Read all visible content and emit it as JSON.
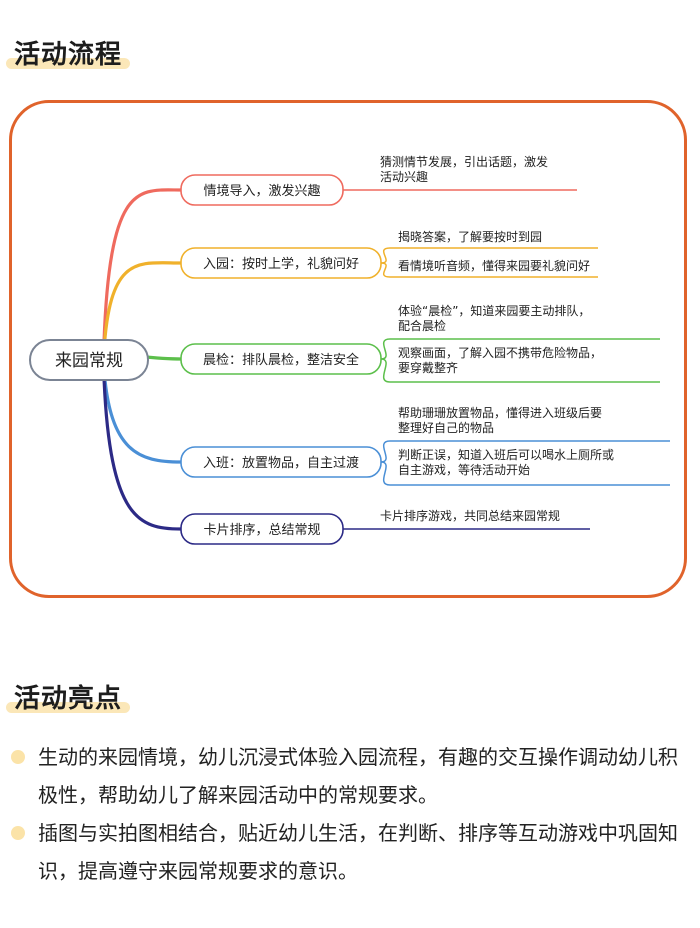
{
  "sections": {
    "flow_title": "活动流程",
    "highlights_title": "活动亮点"
  },
  "mindmap": {
    "root": "来园常规",
    "branches": [
      {
        "label": "情境导入，激发兴趣",
        "color": "#ef6a5e",
        "leaves": [
          {
            "lines": [
              "猜测情节发展，引出话题，激发",
              "活动兴趣"
            ]
          }
        ]
      },
      {
        "label": "入园：按时上学，礼貌问好",
        "color": "#f0b12b",
        "leaves": [
          {
            "lines": [
              "揭晓答案，了解要按时到园"
            ]
          },
          {
            "lines": [
              "看情境听音频，懂得来园要礼貌问好"
            ]
          }
        ]
      },
      {
        "label": "晨检：排队晨检，整洁安全",
        "color": "#5cbf4b",
        "leaves": [
          {
            "lines": [
              "体验“晨检”，知道来园要主动排队，",
              "配合晨检"
            ]
          },
          {
            "lines": [
              "观察画面，了解入园不携带危险物品，",
              "要穿戴整齐"
            ]
          }
        ]
      },
      {
        "label": "入班：放置物品，自主过渡",
        "color": "#4a8fd6",
        "leaves": [
          {
            "lines": [
              "帮助珊珊放置物品，懂得进入班级后要",
              "整理好自己的物品"
            ]
          },
          {
            "lines": [
              "判断正误，知道入班后可以喝水上厕所或",
              "自主游戏，等待活动开始"
            ]
          }
        ]
      },
      {
        "label": "卡片排序，总结常规",
        "color": "#2c2a86",
        "leaves": [
          {
            "lines": [
              "卡片排序游戏，共同总结来园常规"
            ]
          }
        ]
      }
    ]
  },
  "highlights": [
    "生动的来园情境，幼儿沉浸式体验入园流程，有趣的交互操作调动幼儿积极性，帮助幼儿了解来园活动中的常规要求。",
    "插图与实拍图相结合，贴近幼儿生活，在判断、排序等互动游戏中巩固知识，提高遵守来园常规要求的意识。"
  ],
  "colors": {
    "frame": "#e0632b",
    "heading_highlight": "#fbe7b8",
    "bullet": "#fbe3a8",
    "root_border": "#7b8494"
  }
}
